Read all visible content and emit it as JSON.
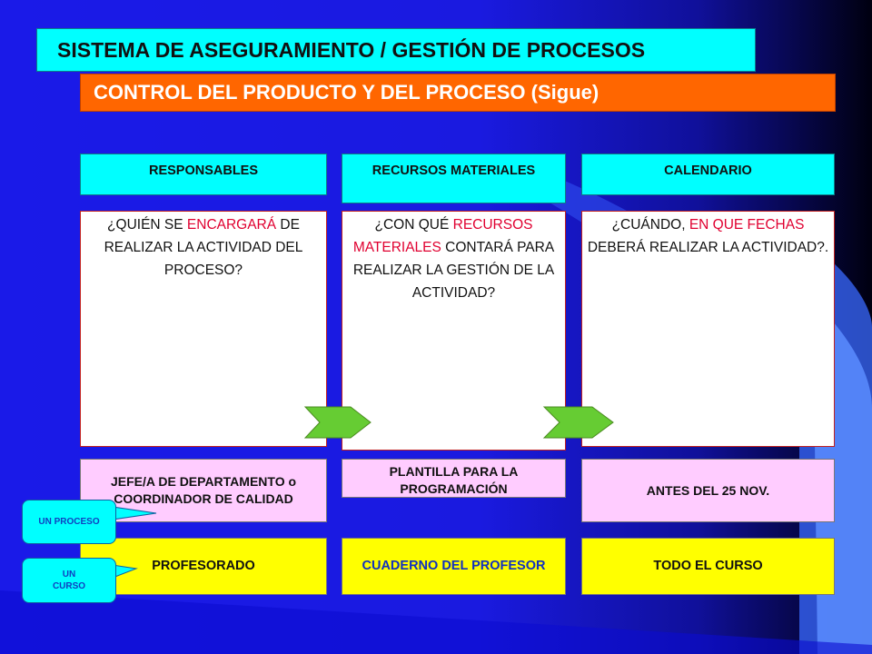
{
  "title": "SISTEMA DE ASEGURAMIENTO / GESTIÓN DE PROCESOS",
  "subtitle": "CONTROL DEL PRODUCTO Y DEL PROCESO (Sigue)",
  "columns": [
    {
      "header": "RESPONSABLES",
      "question": [
        "¿QUIÉN SE ",
        "ENCARGARÁ",
        " DE REALIZAR LA ACTIVIDAD DEL PROCESO?"
      ],
      "row1": "JEFE/A DE DEPARTAMENTO o COORDINADOR DE CALIDAD",
      "row2": "PROFESORADO"
    },
    {
      "header": "RECURSOS MATERIALES",
      "question": [
        "¿CON QUÉ ",
        "RECURSOS MATERIALES",
        " CONTARÁ PARA REALIZAR LA GESTIÓN DE LA ACTIVIDAD?"
      ],
      "row1": "PLANTILLA PARA LA PROGRAMACIÓN",
      "row2": "CUADERNO DEL PROFESOR"
    },
    {
      "header": "CALENDARIO",
      "question": [
        "¿CUÁNDO, ",
        "EN QUE FECHAS",
        " DEBERÁ REALIZAR LA ACTIVIDAD?."
      ],
      "row1": "ANTES DEL 25 NOV.",
      "row2": "TODO EL CURSO"
    }
  ],
  "callouts": {
    "proceso": "UN PROCESO",
    "curso": "UN CURSO"
  },
  "colors": {
    "title_bg": "#00ffff",
    "subtitle_bg": "#ff6600",
    "row1_bg": "#ffccff",
    "row2_bg": "#ffff00",
    "arrow_fill": "#66cc33",
    "highlight_text": "#e00030"
  }
}
